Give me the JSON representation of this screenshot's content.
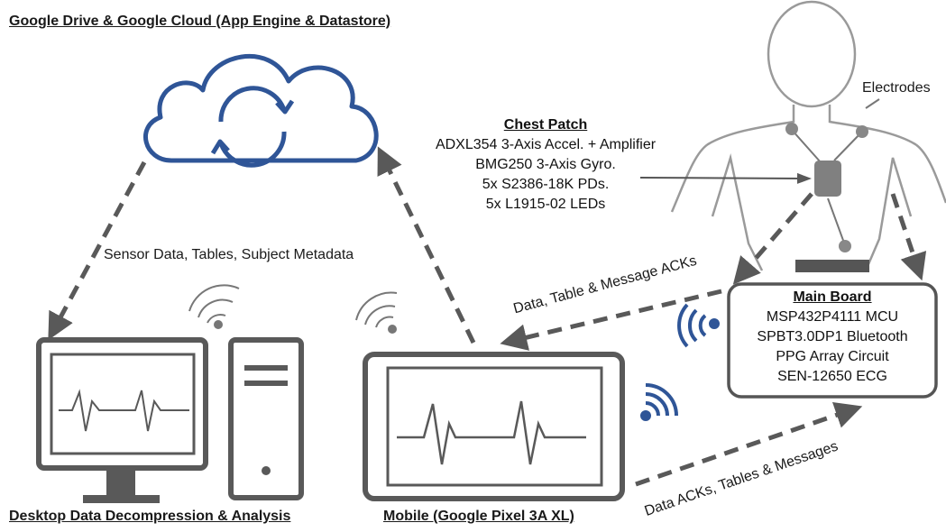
{
  "labels": {
    "cloud_title": "Google Drive & Google Cloud (App Engine & Datastore)",
    "desktop_title": "Desktop Data Decompression & Analysis",
    "mobile_title": "Mobile (Google Pixel 3A XL)",
    "electrodes": "Electrodes",
    "cloud_link": "Sensor Data, Tables, Subject Metadata",
    "ble_downlink": "Data, Table & Message ACKs",
    "ble_uplink": "Data ACKs, Tables & Messages"
  },
  "chest_patch": {
    "title": "Chest Patch",
    "lines": [
      "ADXL354 3-Axis Accel. + Amplifier",
      "BMG250 3-Axis Gyro.",
      "5x S2386-18K PDs.",
      "5x L1915-02 LEDs"
    ]
  },
  "main_board": {
    "title": "Main Board",
    "lines": [
      "MSP432P4111 MCU",
      "SPBT3.0DP1 Bluetooth",
      "PPG Array Circuit",
      "SEN-12650 ECG"
    ]
  },
  "colors": {
    "cloud_blue": "#2F5597",
    "device_gray": "#595959",
    "arrow_gray": "#595959",
    "body_outline": "#8c8c8c",
    "electrode": "#808080",
    "patch": "#808080",
    "wifi_gray": "#595959",
    "bluetooth_blue": "#2F5597"
  }
}
